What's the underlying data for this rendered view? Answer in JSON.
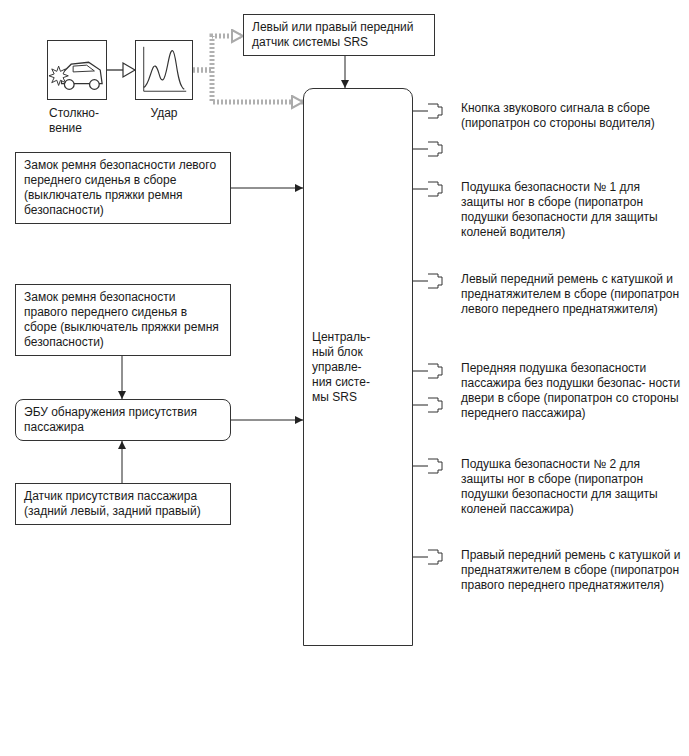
{
  "diagram": {
    "nodes": [
      {
        "text": [
          "Столкно- вение"
        ]
      },
      {
        "text": [
          "Удар"
        ]
      },
      {
        "text": [
          "Левый или правый передний датчик системы SRS"
        ]
      },
      {
        "text": [
          "Централь- ный блок управле- ния систе- мы SRS"
        ]
      },
      {
        "text": [
          "Замок ремня безопасности левого переднего сиденья в сборе (выключатель пряжки ремня безопасности)"
        ]
      },
      {
        "text": [
          "Замок ремня безопасности правого переднего сиденья в сборе (выключатель пряжки ремня безопасности)"
        ]
      },
      {
        "text": [
          "ЭБУ обнаружения присутствия пассажира"
        ]
      },
      {
        "text": [
          "Датчик присутствия пассажира (задний левый, задний правый)"
        ]
      },
      {
        "text": [
          "Кнопка звукового сигнала в сборе (пиропатрон со стороны водителя)"
        ]
      },
      {
        "text": [
          "Подушка безопасности № 1 для защиты ног в сборе (пиропатрон подушки безопасности для защиты коленей водителя)"
        ]
      },
      {
        "text": [
          "Левый передний ремень с катушкой и преднатяжителем в сборе (пиропатрон левого переднего преднатяжителя)"
        ]
      },
      {
        "text": [
          "Передняя подушка безопасности пассажира без подушки безопас- ности двери в сборе (пиропатрон со стороны переднего пассажира)"
        ]
      },
      {
        "text": [
          "Подушка безопасности № 2 для защиты ног в сборе (пиропатрон подушки безопасности для защиты коленей пассажира)"
        ]
      },
      {
        "text": [
          "Правый передний ремень с катушкой и преднатяжителем в сборе (пиропатрон правого переднего преднатяжителя)"
        ]
      }
    ],
    "edges": [
      {
        "from": 0,
        "to": 1,
        "arrow": "to"
      },
      {
        "from": 1,
        "to": 2,
        "arrow": "to"
      },
      {
        "from": 1,
        "to": 3,
        "arrow": "to"
      },
      {
        "from": 2,
        "to": 3,
        "arrow": "to"
      },
      {
        "from": 4,
        "to": 3,
        "arrow": "to"
      },
      {
        "from": 5,
        "to": 6,
        "arrow": "to"
      },
      {
        "from": 7,
        "to": 6,
        "arrow": "to"
      },
      {
        "from": 6,
        "to": 3,
        "arrow": "to"
      },
      {
        "from": 3,
        "to": 8,
        "arrow": "none"
      },
      {
        "from": 3,
        "to": 8,
        "arrow": "none"
      },
      {
        "from": 3,
        "to": 9,
        "arrow": "none"
      },
      {
        "from": 3,
        "to": 10,
        "arrow": "none"
      },
      {
        "from": 3,
        "to": 11,
        "arrow": "none"
      },
      {
        "from": 3,
        "to": 11,
        "arrow": "none"
      },
      {
        "from": 3,
        "to": 12,
        "arrow": "none"
      },
      {
        "from": 3,
        "to": 13,
        "arrow": "none"
      }
    ]
  }
}
